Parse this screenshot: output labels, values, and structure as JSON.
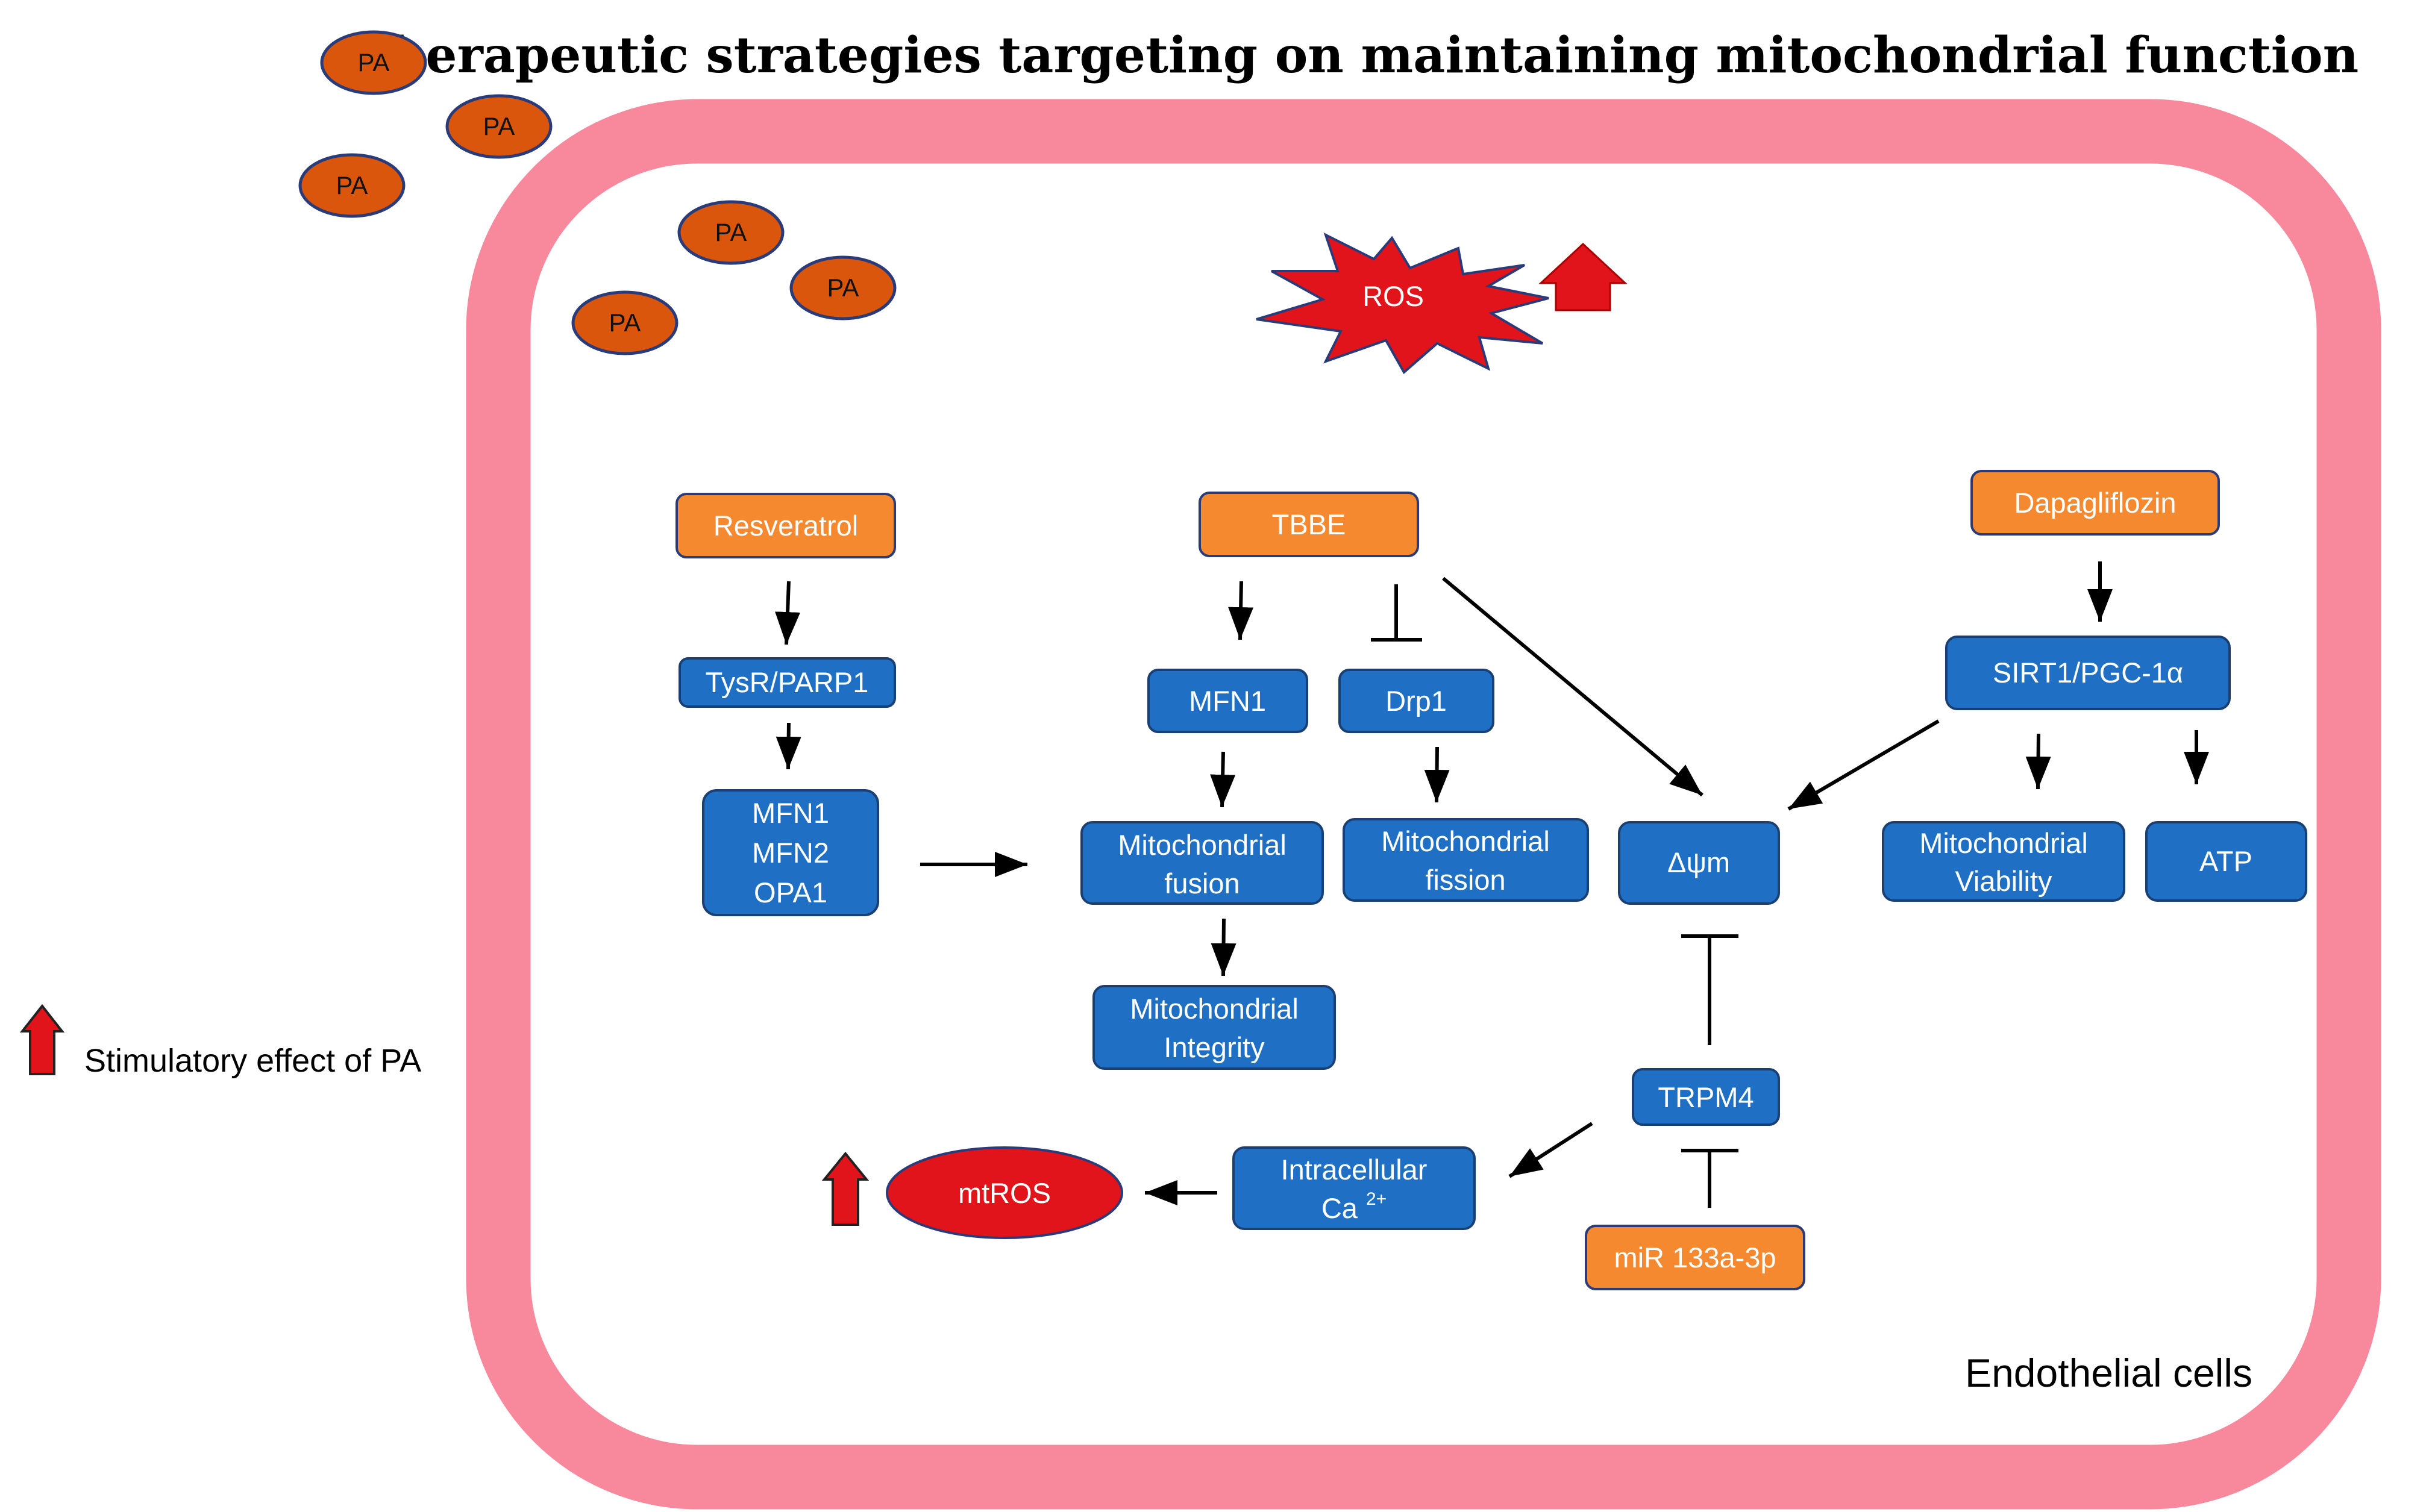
{
  "title": "Therapeutic strategies targeting on maintaining mitochondrial function",
  "cell_label": "Endothelial cells",
  "legend": {
    "text": "Stimulatory effect of PA",
    "icon": "red-up-arrow-icon"
  },
  "pa_label": "PA",
  "ros": "ROS",
  "colors": {
    "membrane": "#f8889c",
    "drug": "#f5892f",
    "pathway": "#1f70c4",
    "pa": "#d9560c",
    "ros": "#e0141a",
    "arrow": "#e0141a"
  },
  "nodes": {
    "resveratrol": "Resveratrol",
    "tbbe": "TBBE",
    "dapagliflozin": "Dapagliflozin",
    "tysr_parp1": "TysR/PARP1",
    "mfn_opa": [
      "MFN1",
      "MFN2",
      "OPA1"
    ],
    "mfn1": "MFN1",
    "drp1": "Drp1",
    "sirt1": "SIRT1/PGC-1α",
    "mito_fusion": [
      "Mitochondrial",
      "fusion"
    ],
    "mito_fission": [
      "Mitochondrial",
      "fission"
    ],
    "dpsi": "Δψm",
    "mito_viability": [
      "Mitochondrial",
      "Viability"
    ],
    "atp": "ATP",
    "mito_integrity": [
      "Mitochondrial",
      "Integrity"
    ],
    "trpm4": "TRPM4",
    "ca_line1": "Intracellular",
    "ca_line2": "Ca",
    "ca_sup": "2+",
    "mtros": "mtROS",
    "mir": "miR 133a-3p"
  }
}
